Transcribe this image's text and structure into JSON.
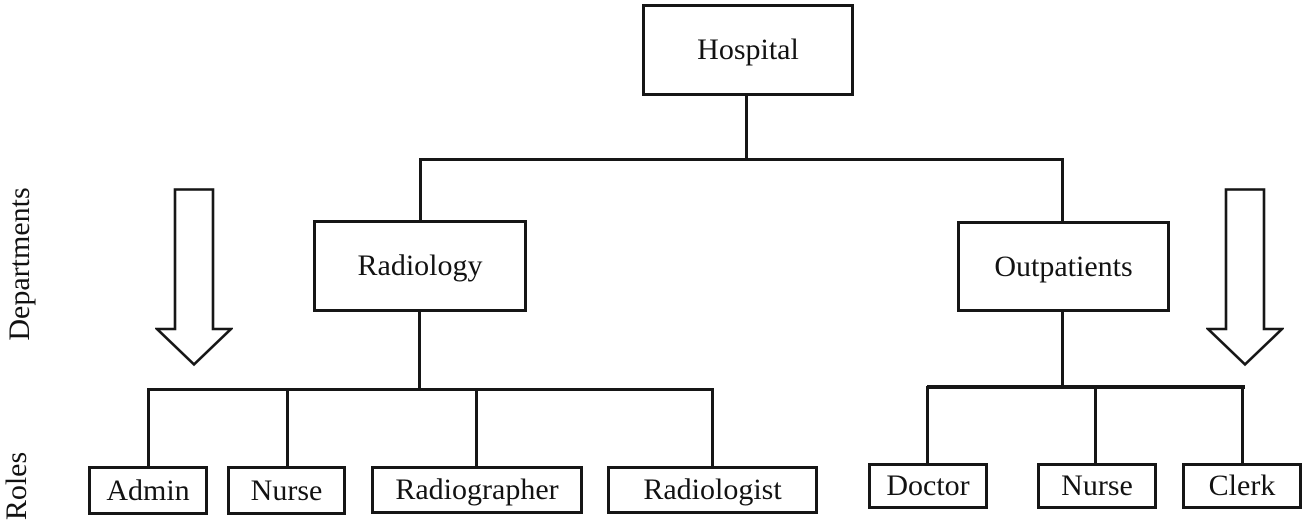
{
  "colors": {
    "background": "#ffffff",
    "line": "#161616",
    "text": "#121212"
  },
  "side_labels": {
    "departments": "Departments",
    "roles": "Roles"
  },
  "tree": {
    "root": {
      "label": "Hospital"
    },
    "departments": [
      {
        "label": "Radiology",
        "roles": [
          {
            "label": "Admin"
          },
          {
            "label": "Nurse"
          },
          {
            "label": "Radiographer"
          },
          {
            "label": "Radiologist"
          }
        ]
      },
      {
        "label": "Outpatients",
        "roles": [
          {
            "label": "Doctor"
          },
          {
            "label": "Nurse"
          },
          {
            "label": "Clerk"
          }
        ]
      }
    ]
  },
  "icons": {
    "left_arrow": "down-arrow",
    "right_arrow": "down-arrow"
  }
}
